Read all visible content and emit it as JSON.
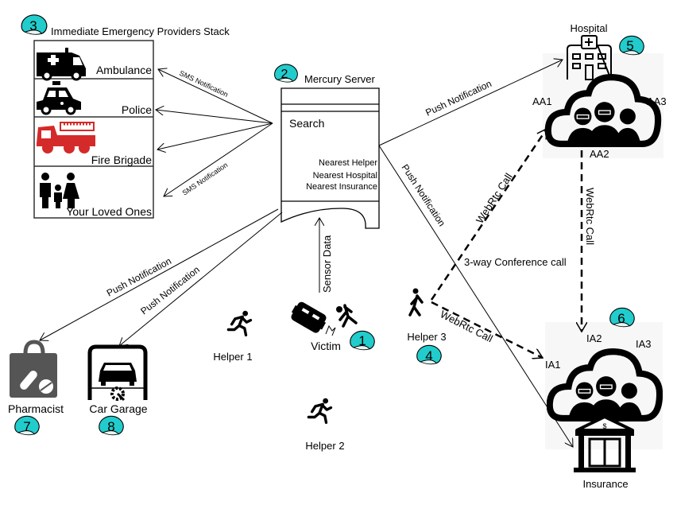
{
  "colors": {
    "badge": "#22cccc",
    "badge_dark": "#0a8a8a",
    "fire": "#d42a2a",
    "line": "#000000",
    "pharma": "#555555"
  },
  "badges": [
    "1",
    "2",
    "3",
    "4",
    "5",
    "6",
    "7",
    "8"
  ],
  "stack": {
    "title": "Immediate Emergency Providers Stack",
    "items": [
      "Ambulance",
      "Police",
      "Fire Brigade",
      "Your Loved Ones"
    ]
  },
  "server": {
    "title": "Mercury Server",
    "search": "Search",
    "results": [
      "Nearest Helper",
      "Nearest Hospital",
      "Nearest Insurance"
    ]
  },
  "edges": {
    "sms1": "SMS Notification",
    "sms2": "SMS Notification",
    "push_hospital": "Push Notification",
    "push_insurance": "Push Notification",
    "push_pharmacist": "Push Notification",
    "push_garage": "Push Notification",
    "sensor": "Sensor Data",
    "webrtc_aa": "WebRtc Call",
    "webrtc_ia": "WebRtc Call",
    "webrtc_vertical": "WebRtc Call",
    "conference": "3-way Conference call"
  },
  "nodes": {
    "hospital": "Hospital",
    "insurance": "Insurance",
    "victim": "Victim",
    "helper1": "Helper 1",
    "helper2": "Helper 2",
    "helper3": "Helper 3",
    "pharmacist": "Pharmacist",
    "garage": "Car Garage",
    "aa": [
      "AA1",
      "AA2",
      "AA3"
    ],
    "ia": [
      "IA1",
      "IA2",
      "IA3"
    ]
  }
}
